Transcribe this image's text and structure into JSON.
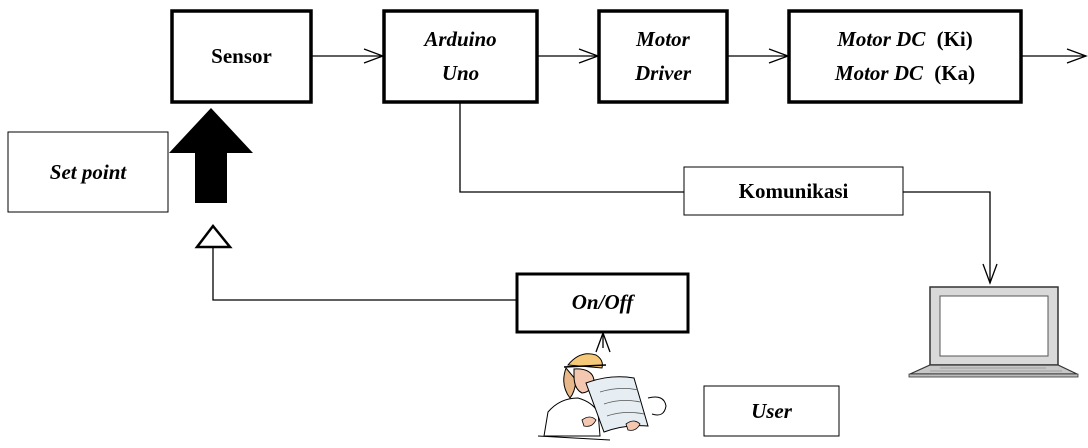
{
  "blocks": {
    "sensor": "Sensor",
    "arduino_line1": "Arduino",
    "arduino_line2": "Uno",
    "motor_driver_line1": "Motor",
    "motor_driver_line2": "Driver",
    "motor_dc_ki_prefix": "Motor DC",
    "motor_dc_ki_suffix": "(Ki)",
    "motor_dc_ka_prefix": "Motor DC",
    "motor_dc_ka_suffix": "(Ka)",
    "komunikasi": "Komunikasi",
    "set_point": "Set point",
    "on_off": "On/Off",
    "user": "User"
  },
  "icons": {
    "laptop": "laptop-icon",
    "user_figure": "engineer-reading-blueprint-icon",
    "big_arrow": "thick-up-arrow-icon",
    "hollow_arrow": "hollow-triangle-arrow-icon"
  },
  "colors": {
    "stroke": "#000000",
    "laptop_body": "#d9d9d9",
    "laptop_screen": "#ffffff",
    "hard_hat": "#f6c97a",
    "skin": "#f4c7b0"
  }
}
